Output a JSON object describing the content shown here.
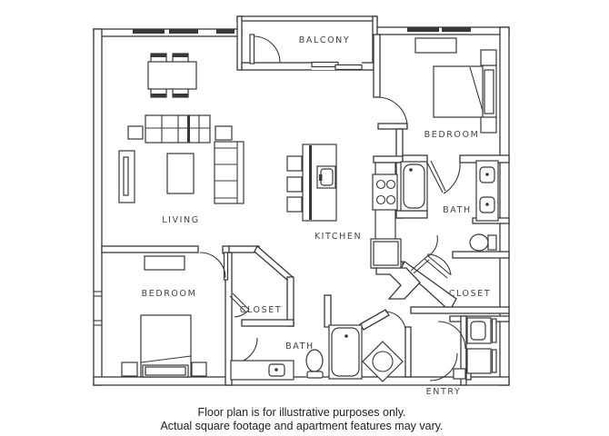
{
  "colors": {
    "background": "#ffffff",
    "wall_line": "#383838",
    "room_label": "#3e454b",
    "disclaimer_text": "#1f1f1f"
  },
  "rooms": {
    "balcony": "BALCONY",
    "living": "LIVING",
    "kitchen": "KITCHEN",
    "bedroom_top": "BEDROOM",
    "bath_top": "BATH",
    "closet_right": "CLOSET",
    "bedroom_bottom": "BEDROOM",
    "closet_mid": "CLOSET",
    "bath_bottom": "BATH",
    "entry": "ENTRY"
  },
  "disclaimer": {
    "line1": "Floor plan is for illustrative purposes only.",
    "line2": "Actual square footage and apartment features may vary."
  }
}
